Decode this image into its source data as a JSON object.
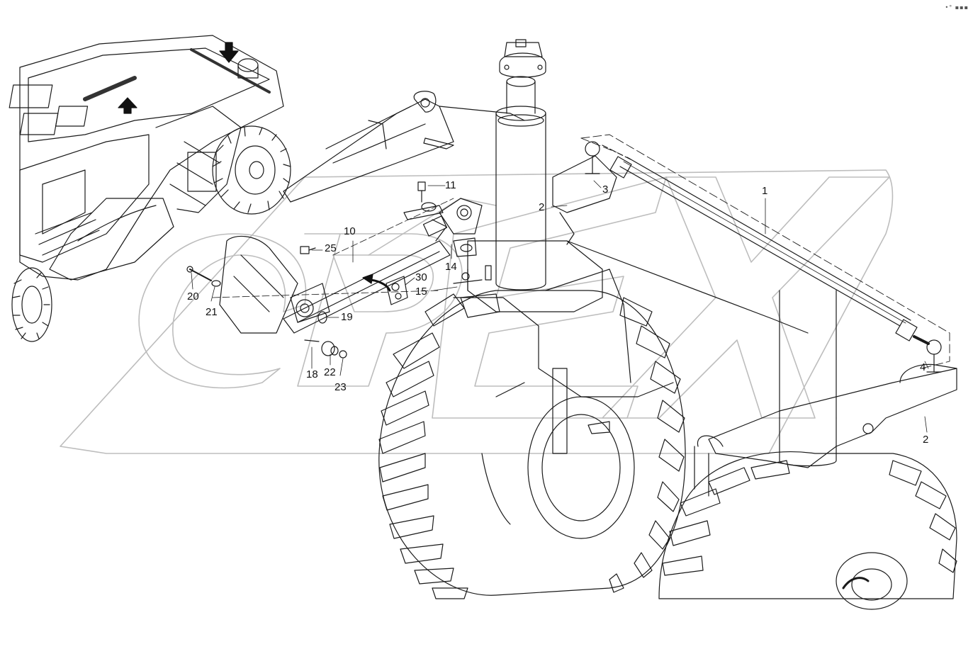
{
  "corner_mark": "•° ▪▪▪",
  "watermark_text": "OPEX",
  "callouts": {
    "c1": "1",
    "c2a": "2",
    "c2b": "2",
    "c3": "3",
    "c4": "4",
    "c10": "10",
    "c11": "11",
    "c14": "14",
    "c15": "15",
    "c18": "18",
    "c19": "19",
    "c20": "20",
    "c21": "21",
    "c22": "22",
    "c23": "23",
    "c25": "25",
    "c30": "30"
  },
  "colors": {
    "line": "#1a1a1a",
    "watermark": "#bdbdbd"
  }
}
